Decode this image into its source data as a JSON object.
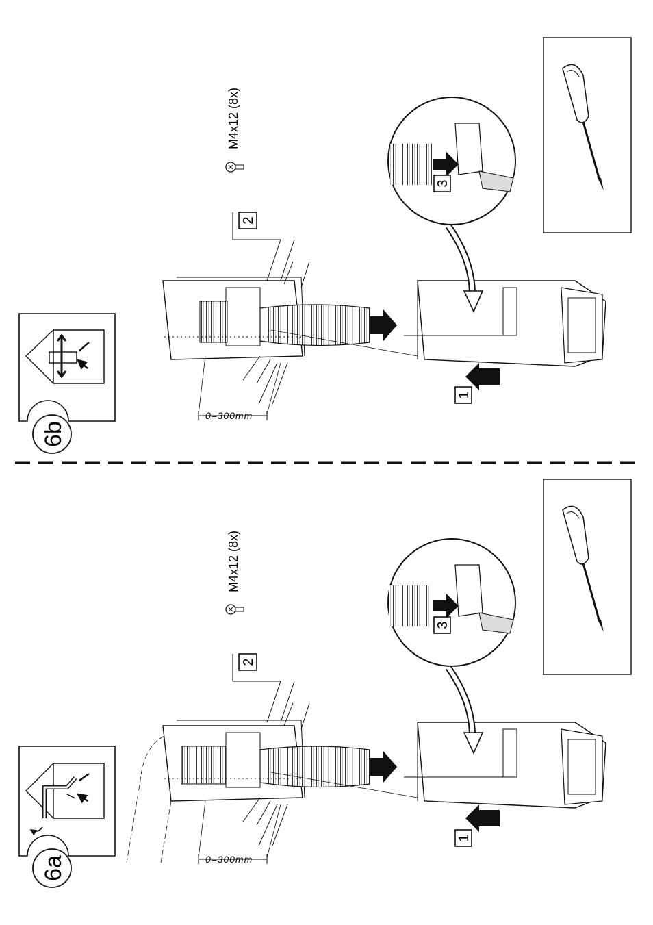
{
  "variants": [
    {
      "id": "6b",
      "badge": "6b",
      "screw_label": "M4x12 (8x)",
      "dimension_label": "0–300mm",
      "steps": [
        "1",
        "2",
        "3"
      ],
      "icon": "extraction-mode-icon"
    },
    {
      "id": "6a",
      "badge": "6a",
      "screw_label": "M4x12 (8x)",
      "dimension_label": "0–300mm",
      "steps": [
        "1",
        "2",
        "3"
      ],
      "icon": "recirculation-mode-icon"
    }
  ],
  "tool": "screwdriver-icon"
}
